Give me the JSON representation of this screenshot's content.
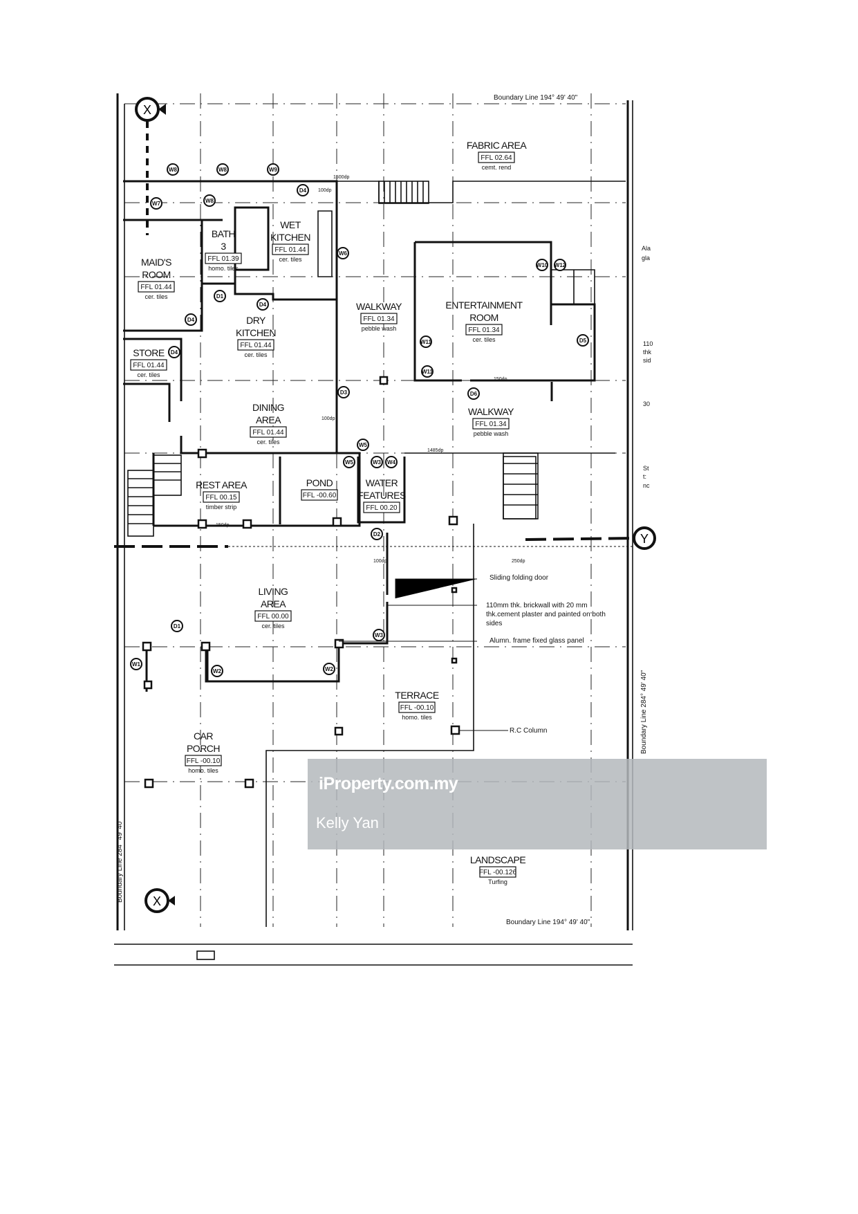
{
  "plan": {
    "boundary_top": "Boundary Line  194° 49' 40\"",
    "boundary_bottom": "Boundary Line  194° 49' 40\"",
    "boundary_right": "Boundary Line  284° 49' 40\"",
    "boundary_left": "Boundary Line  284° 49' 40\"",
    "grid_x": "X",
    "grid_y": "Y",
    "rooms": [
      {
        "name": "FABRIC AREA",
        "ffl": "FFL 02.64",
        "finish": "cemt. rend"
      },
      {
        "name": "WET KITCHEN",
        "ffl": "FFL 01.44",
        "finish": "cer. tiles"
      },
      {
        "name": "BATH 3",
        "ffl": "FFL 01.39",
        "finish": "homo. tiles"
      },
      {
        "name": "MAID'S ROOM",
        "ffl": "FFL 01.44",
        "finish": "cer. tiles"
      },
      {
        "name": "DRY KITCHEN",
        "ffl": "FFL 01.44",
        "finish": "cer. tiles"
      },
      {
        "name": "STORE",
        "ffl": "FFL 01.44",
        "finish": "cer. tiles"
      },
      {
        "name": "WALKWAY",
        "ffl": "FFL 01.34",
        "finish": "pebble wash"
      },
      {
        "name": "ENTERTAINMENT ROOM",
        "ffl": "FFL 01.34",
        "finish": "cer. tiles"
      },
      {
        "name": "WALKWAY",
        "ffl": "FFL 01.34",
        "finish": "pebble wash"
      },
      {
        "name": "DINING AREA",
        "ffl": "FFL 01.44",
        "finish": "cer. tiles"
      },
      {
        "name": "REST AREA",
        "ffl": "FFL 00.15",
        "finish": "timber strip"
      },
      {
        "name": "POND",
        "ffl": "FFL -00.60",
        "finish": ""
      },
      {
        "name": "WATER FEATURES",
        "ffl": "FFL 00.20",
        "finish": ""
      },
      {
        "name": "LIVING AREA",
        "ffl": "FFL 00.00",
        "finish": "cer. tiles"
      },
      {
        "name": "TERRACE",
        "ffl": "FFL -00.10",
        "finish": "homo. tiles"
      },
      {
        "name": "CAR PORCH",
        "ffl": "FFL -00.10",
        "finish": "homo. tiles"
      },
      {
        "name": "LANDSCAPE",
        "ffl": "FFL -00.126",
        "finish": "Turfing"
      }
    ],
    "notes": {
      "sliding": "Sliding folding door",
      "brick1": "110mm thk. brickwall with 20 mm",
      "brick2": "thk.cement plaster and painted on both",
      "brick3": "sides",
      "glass": "Alumn. frame  fixed glass panel",
      "column": "R.C Column"
    },
    "dims": {
      "d1": "1500dp",
      "d2": "100dp",
      "d3": "150dp",
      "d4": "1485dp",
      "d5": "250dp",
      "d6": "100dp",
      "d7": "150dp",
      "d8": "100dp"
    },
    "tags": [
      "W8",
      "W8",
      "W9",
      "W7",
      "W8",
      "W6",
      "D4",
      "D4",
      "D4",
      "D4",
      "D1",
      "D3",
      "W5",
      "W5",
      "W3",
      "W4",
      "D2",
      "W3",
      "D1",
      "W1",
      "W2",
      "W2",
      "W10",
      "W12",
      "W11",
      "W11",
      "D5",
      "D6"
    ],
    "edge_fragments": [
      "Ala",
      "gla",
      "110",
      "thk",
      "sid",
      "30",
      "St",
      "t:",
      "nc"
    ]
  },
  "watermark": {
    "brand": "iProperty.com.my",
    "agent": "Kelly Yan",
    "color": "#b4b8bc"
  }
}
